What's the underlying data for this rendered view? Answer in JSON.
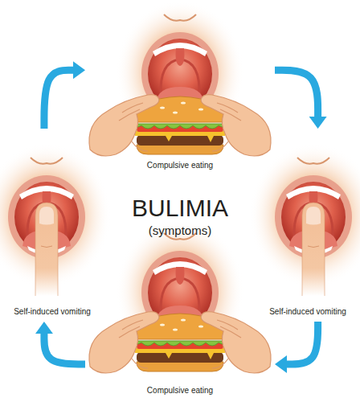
{
  "diagram": {
    "title": "BULIMIA",
    "nodes": [
      {
        "text": [
          "Compulsive eating"
        ]
      },
      {
        "text": [
          "Self-induced vomiting"
        ]
      },
      {
        "text": [
          "Compulsive eating"
        ]
      },
      {
        "text": [
          "Self-induced vomiting"
        ]
      }
    ],
    "edges": [
      {
        "from": 0,
        "to": 1,
        "arrow": "to"
      },
      {
        "from": 1,
        "to": 2,
        "arrow": "to"
      },
      {
        "from": 2,
        "to": 3,
        "arrow": "to"
      },
      {
        "from": 3,
        "to": 0,
        "arrow": "to"
      }
    ],
    "labels": [
      "(symptoms)"
    ]
  }
}
